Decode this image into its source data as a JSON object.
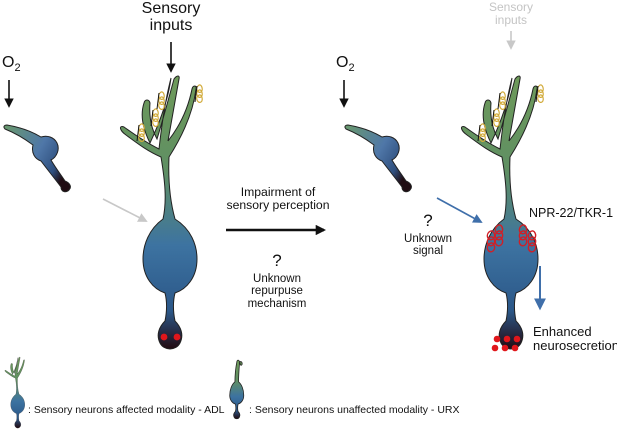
{
  "left_panel": {
    "sensory_inputs": "Sensory\ninputs",
    "o2_base": "O",
    "o2_sub": "2"
  },
  "middle": {
    "impairment": "Impairment of\nsensory perception",
    "question": "?",
    "unknown_mechanism": "Unknown\nrepurpuse\nmechanism"
  },
  "right_panel": {
    "sensory_inputs": "Sensory\ninputs",
    "o2_base": "O",
    "o2_sub": "2",
    "question": "?",
    "unknown_signal": "Unknown\nsignal",
    "receptor": "NPR-22/TKR-1",
    "enhanced": "Enhanced\nneurosecretion"
  },
  "legend": {
    "adl": ": Sensory neurons affected modality - ADL",
    "urx": ": Sensory neurons unaffected modality - URX"
  },
  "colors": {
    "arrow_black": "#111111",
    "arrow_grey": "#c8c8c8",
    "arrow_blue": "#3f6faa",
    "vesicle_red": "#e0161b",
    "receptor_red": "#d11f26",
    "receptor_yellow": "#d8b64a"
  }
}
